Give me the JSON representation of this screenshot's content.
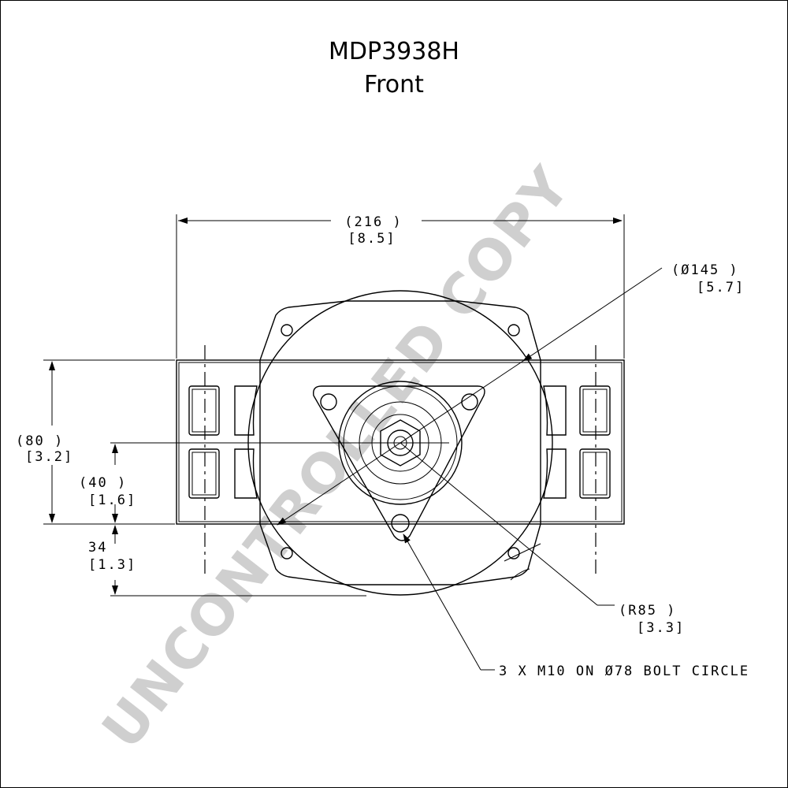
{
  "title": {
    "model": "MDP3938H",
    "view": "Front"
  },
  "watermark": "UNCONTROLLED COPY",
  "dimensions": {
    "width_mm": "(216   )",
    "width_in": "[8.5]",
    "diameter_mm": "(Ø145   )",
    "diameter_in": "[5.7]",
    "height_mm": "(80    )",
    "height_in": "[3.2]",
    "center_mm": "(40    )",
    "center_in": "[1.6]",
    "bottom_mm": "34",
    "bottom_in": "[1.3]",
    "radius_mm": "(R85    )",
    "radius_in": "[3.3]",
    "bolt_note": "3 X M10 ON Ø78 BOLT CIRCLE"
  }
}
